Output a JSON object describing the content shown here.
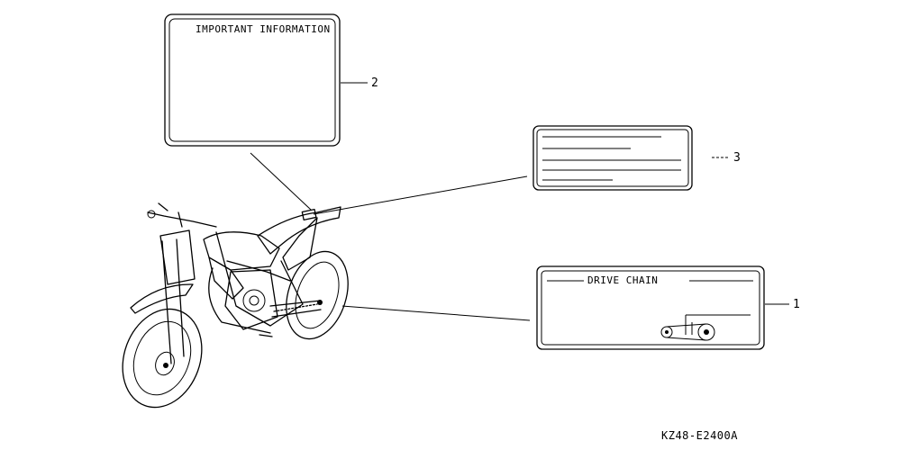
{
  "labels": {
    "important_info_title": "IMPORTANT INFORMATION",
    "drive_chain_title": "DRIVE CHAIN"
  },
  "callouts": [
    {
      "number": "1",
      "part": "drive-chain-label"
    },
    {
      "number": "2",
      "part": "important-information-label"
    },
    {
      "number": "3",
      "part": "text-label"
    }
  ],
  "diagram_code": "KZ48-E2400A",
  "colors": {
    "ink": "#000000",
    "paper": "#ffffff"
  }
}
